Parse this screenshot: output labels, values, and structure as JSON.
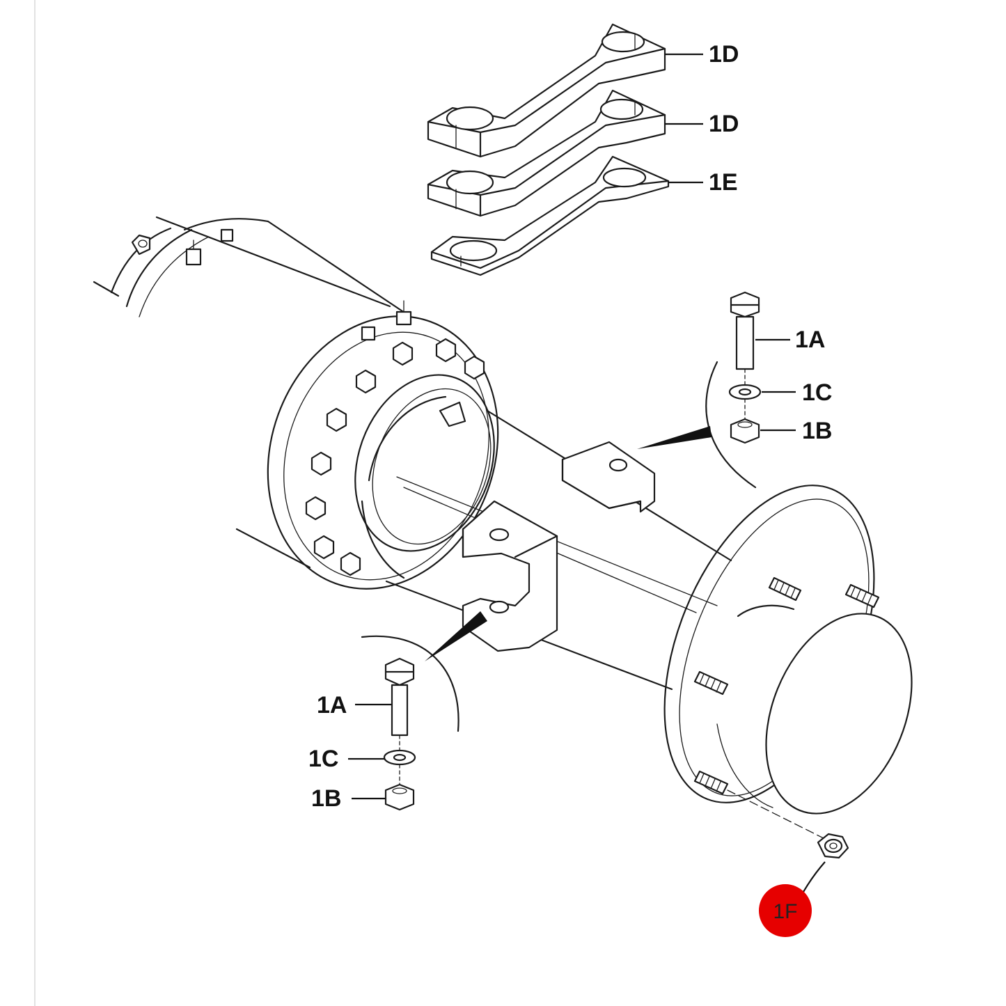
{
  "labels": {
    "plate_upper": "1D",
    "plate_middle": "1D",
    "plate_shim": "1E",
    "bolt_right": "1A",
    "washer_right": "1C",
    "nut_right": "1B",
    "bolt_left": "1A",
    "washer_left": "1C",
    "nut_left": "1B",
    "wheel_nut": "1F"
  },
  "colors": {
    "line": "#1a1a1a",
    "highlight": "#e60000",
    "background": "#ffffff"
  }
}
